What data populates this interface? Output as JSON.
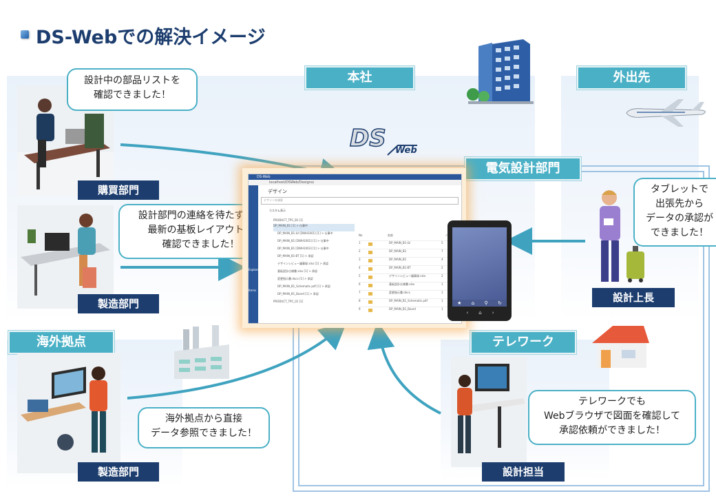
{
  "title": "DS-Webでの解決イメージ",
  "regions": {
    "honsha": "本社",
    "gaishutsu": "外出先",
    "denki": "電気設計部門",
    "kaigai": "海外拠点",
    "telework": "テレワーク"
  },
  "departments": {
    "purchasing": "購買部門",
    "manufacturing": "製造部門",
    "overseas_manufacturing": "製造部門",
    "boss": "設計上長",
    "designer": "設計担当"
  },
  "bubbles": {
    "purchasing": [
      "設計中の部品リストを",
      "確認できました！"
    ],
    "manufacturing": [
      "設計部門の連絡を待たずに、",
      "最新の基板レイアウトを",
      "確認できました！"
    ],
    "overseas": [
      "海外拠点から直接",
      "データ参照できました！"
    ],
    "boss": [
      "タブレットで",
      "出張先から",
      "データの承認が",
      "できました！"
    ],
    "telework": [
      "テレワークでも",
      "Webブラウザで図面を確認して",
      "承認依頼ができました！"
    ]
  },
  "logo": {
    "ds": "DS",
    "web": "Web"
  },
  "screen": {
    "tab": "DS-Web",
    "url": "localhost/DSWeb/Designs/",
    "page_title": "デザイン",
    "search_placeholder": "デザインを検索",
    "custom_label": "カスタム表示",
    "tree_root": "PRODUCT_TPC_B1 [1]",
    "tree_items": [
      "DP_MAIN_B1 [1] > 仕事中",
      "DP_MAIN_B1-LV [DWH1001] [1] > 仕事中",
      "DP_MAIN_B1 [DWH1002] [1] > 仕事中",
      "DP_MAIN_B1 [DWH1003] [1] > 仕事中",
      "DP_MAIN_B1-BT [1] > 承認",
      "デザインレビュー議事録.xlsx [1] > 承認",
      "基板設計仕様書.xlsx [1] > 承認",
      "変更指示書.docx [1] > 承認",
      "DP_MAIN_B1_Schematic.pdf [1] > 承認",
      "DP_MAIN_B1_Board [1] > 承認",
      "PRODUCT_TPC_01 [1]"
    ],
    "side_items": [
      "Explorer",
      "Items"
    ],
    "table_headers": [
      "No",
      "",
      "",
      "名前",
      "バージョン"
    ],
    "rows": [
      {
        "no": "1",
        "name": "DP_MAIN_B1-LV",
        "ver": "5"
      },
      {
        "no": "2",
        "name": "DP_MAIN_B1",
        "ver": "7"
      },
      {
        "no": "3",
        "name": "DP_MAIN_B1",
        "ver": "4"
      },
      {
        "no": "4",
        "name": "DP_MAIN_B1-BT",
        "ver": "2"
      },
      {
        "no": "5",
        "name": "デザインレビュー議事録.xlsx",
        "ver": "2"
      },
      {
        "no": "6",
        "name": "基板設計仕様書.xlsx",
        "ver": "1"
      },
      {
        "no": "7",
        "name": "変更指示書.docx",
        "ver": "1"
      },
      {
        "no": "8",
        "name": "DP_MAIN_B1_Schematic.pdf",
        "ver": "1"
      },
      {
        "no": "9",
        "name": "DP_MAIN_B1_Board",
        "ver": "1"
      }
    ]
  },
  "colors": {
    "accent": "#4ab0c6",
    "navy": "#1c3d6e",
    "arrow": "#3fa3c0",
    "tablet_screen": "#5b6ea8"
  }
}
